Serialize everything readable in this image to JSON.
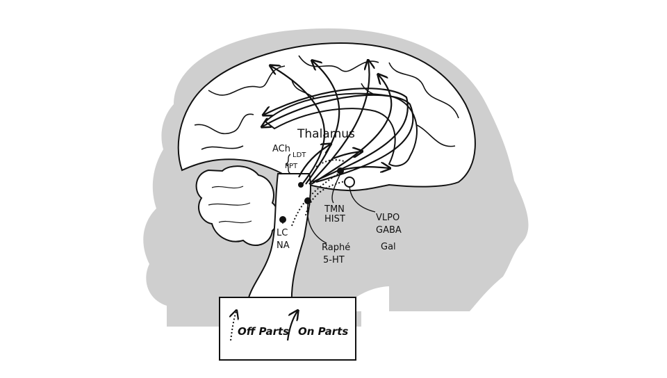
{
  "diagram": {
    "labels": {
      "thalamus": "Thalamus",
      "ach": "ACh",
      "ldt": "LDT",
      "ppt": "PPT",
      "lc": "LC",
      "na": "NA",
      "tmn": "TMN",
      "hist": "HIST",
      "vlpo": "VLPO",
      "gaba": "GABA",
      "gal": "Gal",
      "raphe": "Raphé",
      "ht": "5-HT"
    },
    "legend": {
      "off": "Off Parts",
      "on": "On Parts"
    },
    "colors": {
      "head_silhouette": "#cfcfcf",
      "brain_fill": "#ffffff",
      "ink": "#111111"
    }
  }
}
